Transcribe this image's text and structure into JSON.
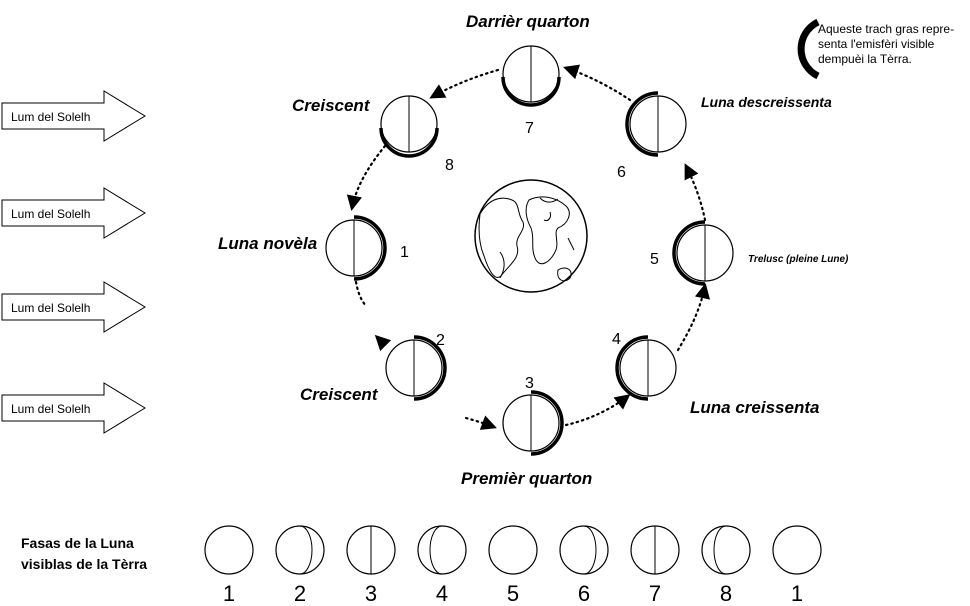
{
  "legend": {
    "line1": "Aqueste trach gras repre-",
    "line2": "senta l'emisfèri visible",
    "line3": "dempuèi la Tèrra."
  },
  "sunlight": {
    "arrows": [
      "Lum del Solelh",
      "Lum del Solelh",
      "Lum del Solelh",
      "Lum del Solelh"
    ]
  },
  "orbit": {
    "moons": [
      {
        "number": "1",
        "label": "Luna novèla"
      },
      {
        "number": "2",
        "label": "Creiscent"
      },
      {
        "number": "3",
        "label": "Premièr quarton"
      },
      {
        "number": "4",
        "label": "Luna creissenta"
      },
      {
        "number": "5",
        "label": "Trelusc (pleine Lune)"
      },
      {
        "number": "6",
        "label": "Luna descreissenta"
      },
      {
        "number": "7",
        "label": "Darrièr quarton"
      },
      {
        "number": "8",
        "label": "Creiscent"
      }
    ]
  },
  "phases_row": {
    "title_line1": "Fasas de la Luna",
    "title_line2": "visiblas de la Tèrra",
    "numbers": [
      "1",
      "2",
      "3",
      "4",
      "5",
      "6",
      "7",
      "8",
      "1"
    ]
  }
}
